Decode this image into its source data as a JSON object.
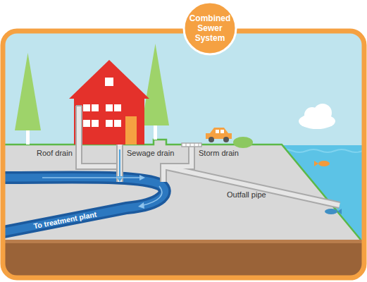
{
  "diagram": {
    "title": "Combined Sewer System",
    "labels": [
      "Roof drain",
      "Sewage drain",
      "Storm drain",
      "Outfall pipe",
      "To treatment plant"
    ]
  }
}
